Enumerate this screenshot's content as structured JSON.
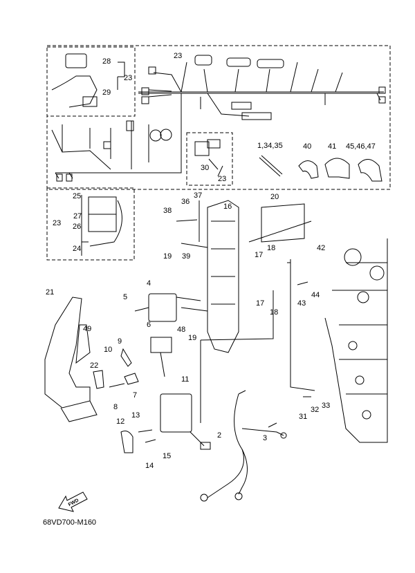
{
  "diagram": {
    "drawing_code": "68VD700-M160",
    "fwd_label": "FWD",
    "callouts": [
      "1,34,35",
      "2",
      "3",
      "4",
      "5",
      "6",
      "7",
      "8",
      "9",
      "10",
      "11",
      "12",
      "13",
      "14",
      "15",
      "16",
      "17",
      "17",
      "18",
      "18",
      "19",
      "19",
      "20",
      "21",
      "22",
      "23",
      "23",
      "23",
      "23",
      "24",
      "25",
      "26",
      "27",
      "28",
      "29",
      "30",
      "31",
      "32",
      "33",
      "36",
      "37",
      "38",
      "39",
      "40",
      "41",
      "42",
      "43",
      "44",
      "45,46,47",
      "48",
      "49"
    ]
  },
  "colors": {
    "ink": "#000000",
    "paper": "#ffffff"
  }
}
